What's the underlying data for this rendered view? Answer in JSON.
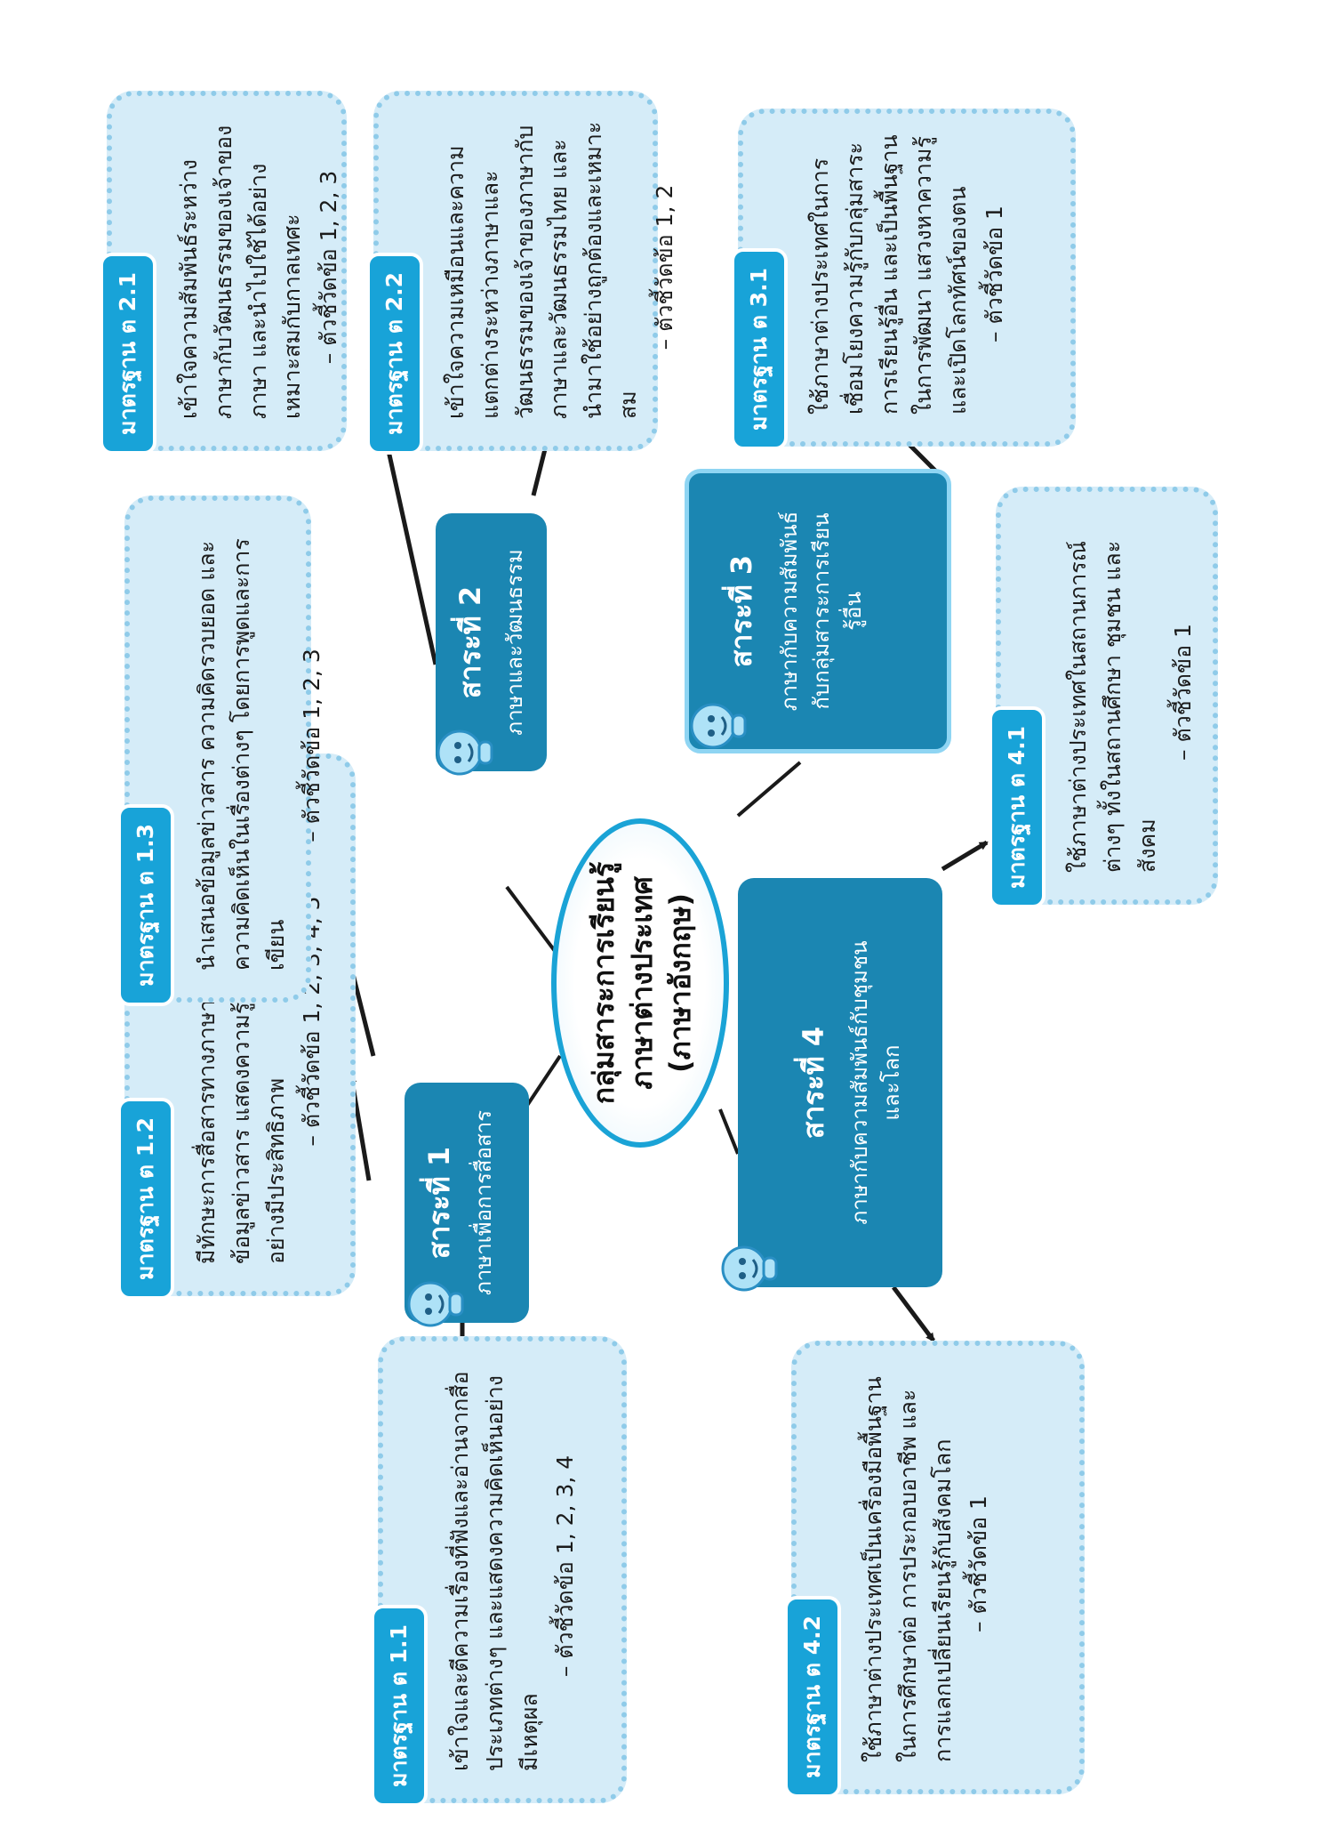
{
  "center": {
    "line1": "กลุ่มสาระการเรียนรู้",
    "line2": "ภาษาต่างประเทศ",
    "line3": "(ภาษาอังกฤษ)"
  },
  "strands": [
    {
      "title": "สาระที่ 1",
      "subtitle": "ภาษาเพื่อการสื่อสาร"
    },
    {
      "title": "สาระที่ 2",
      "subtitle": "ภาษาและวัฒนธรรม"
    },
    {
      "title": "สาระที่ 3",
      "subtitle": "ภาษากับความสัมพันธ์กับกลุ่มสาระการเรียนรู้อื่น"
    },
    {
      "title": "สาระที่ 4",
      "subtitle": "ภาษากับความสัมพันธ์กับชุมชนและโลก"
    }
  ],
  "standards": [
    {
      "tag": "มาตรฐาน ต 1.1",
      "desc": "เข้าใจและตีความเรื่องที่ฟังและอ่านจากสื่อประเภทต่างๆ และแสดงความคิดเห็นอย่างมีเหตุผล",
      "indicators": "– ตัวชี้วัดข้อ 1, 2, 3, 4"
    },
    {
      "tag": "มาตรฐาน ต 1.2",
      "desc": "มีทักษะการสื่อสารทางภาษาในการแลกเปลี่ยนข้อมูลข่าวสาร แสดงความรู้สึกและความคิดเห็นอย่างมีประสิทธิภาพ",
      "indicators": "– ตัวชี้วัดข้อ 1, 2, 3, 4, 5"
    },
    {
      "tag": "มาตรฐาน ต 1.3",
      "desc": "นำเสนอข้อมูลข่าวสาร ความคิดรวบยอด และความคิดเห็นในเรื่องต่างๆ โดยการพูดและการเขียน",
      "indicators": "– ตัวชี้วัดข้อ 1, 2, 3"
    },
    {
      "tag": "มาตรฐาน ต 2.1",
      "desc": "เข้าใจความสัมพันธ์ระหว่างภาษากับวัฒนธรรมของเจ้าของภาษา และนำไปใช้ได้อย่างเหมาะสมกับกาลเทศะ",
      "indicators": "– ตัวชี้วัดข้อ 1, 2, 3"
    },
    {
      "tag": "มาตรฐาน ต 2.2",
      "desc": "เข้าใจความเหมือนและความแตกต่างระหว่างภาษาและวัฒนธรรมของเจ้าของภาษากับภาษาและวัฒนธรรมไทย และนำมาใช้อย่างถูกต้องและเหมาะสม",
      "indicators": "– ตัวชี้วัดข้อ 1, 2"
    },
    {
      "tag": "มาตรฐาน ต 3.1",
      "desc": "ใช้ภาษาต่างประเทศในการเชื่อมโยงความรู้กับกลุ่มสาระการเรียนรู้อื่น และเป็นพื้นฐานในการพัฒนา แสวงหาความรู้ และเปิดโลกทัศน์ของตน",
      "indicators": "– ตัวชี้วัดข้อ 1"
    },
    {
      "tag": "มาตรฐาน ต 4.1",
      "desc": "ใช้ภาษาต่างประเทศในสถานการณ์ต่างๆ ทั้งในสถานศึกษา ชุมชน และสังคม",
      "indicators": "– ตัวชี้วัดข้อ 1"
    },
    {
      "tag": "มาตรฐาน ต 4.2",
      "desc": "ใช้ภาษาต่างประเทศเป็นเครื่องมือพื้นฐานในการศึกษาต่อ การประกอบอาชีพ และการแลกเปลี่ยนเรียนรู้กับสังคมโลก",
      "indicators": "– ตัวชี้วัดข้อ 1"
    }
  ]
}
